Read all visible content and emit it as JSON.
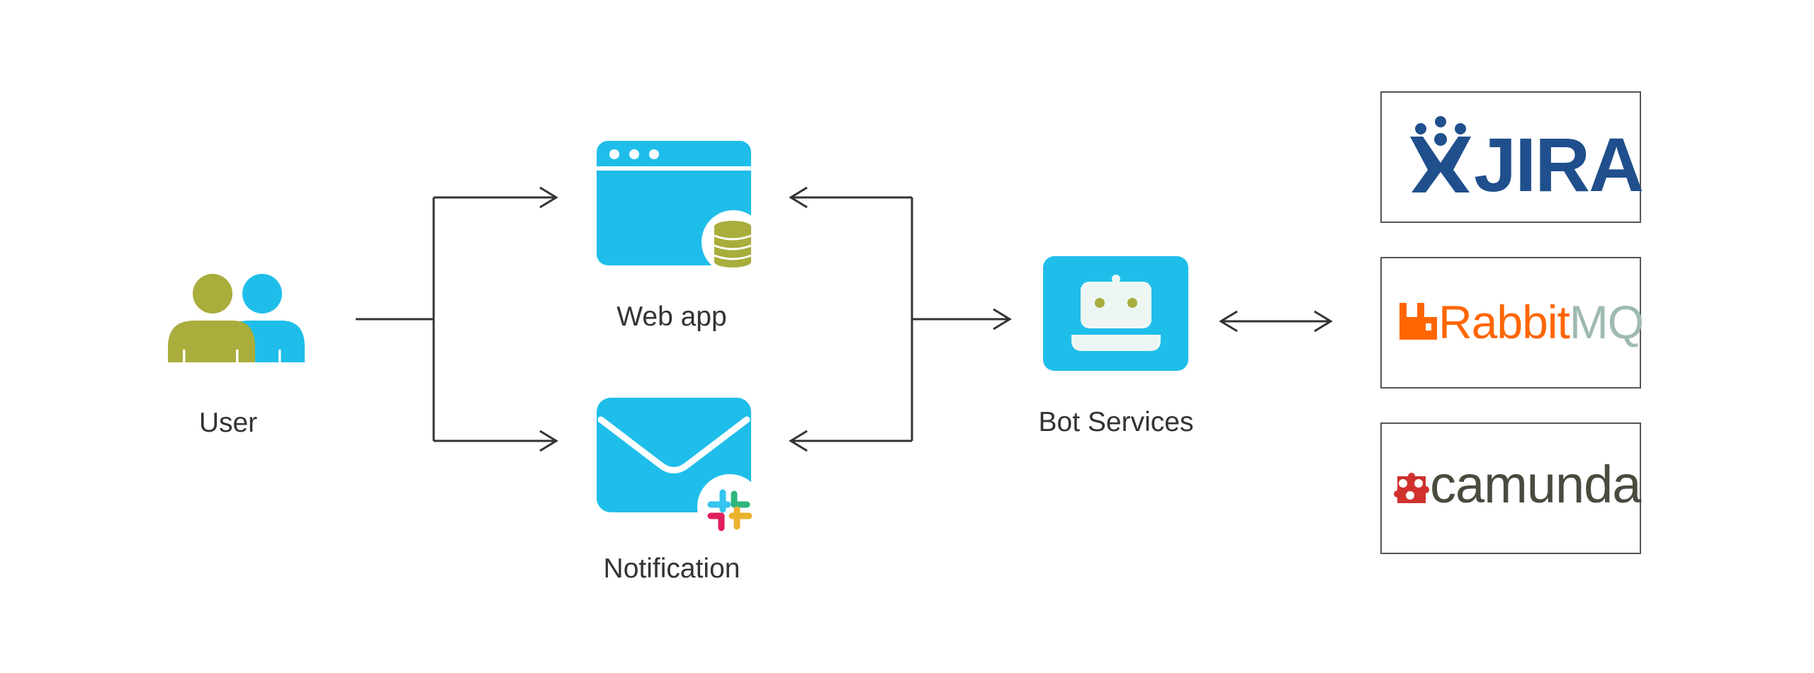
{
  "nodes": {
    "user": "User",
    "web_app": "Web app",
    "notification": "Notification",
    "bot_services": "Bot Services"
  },
  "services": {
    "jira": "JIRA",
    "rabbitmq_a": "Rabbit",
    "rabbitmq_b": "MQ",
    "camunda": "camunda"
  },
  "colors": {
    "primary_blue": "#1fbeea",
    "olive": "#a8ad3c",
    "line": "#333333",
    "jira_blue": "#1f4f8c",
    "rabbit_orange": "#ff6600",
    "rabbit_mq_gray": "#9fb9b3",
    "camunda_red": "#d0312d",
    "camunda_text": "#4a4a3f"
  }
}
